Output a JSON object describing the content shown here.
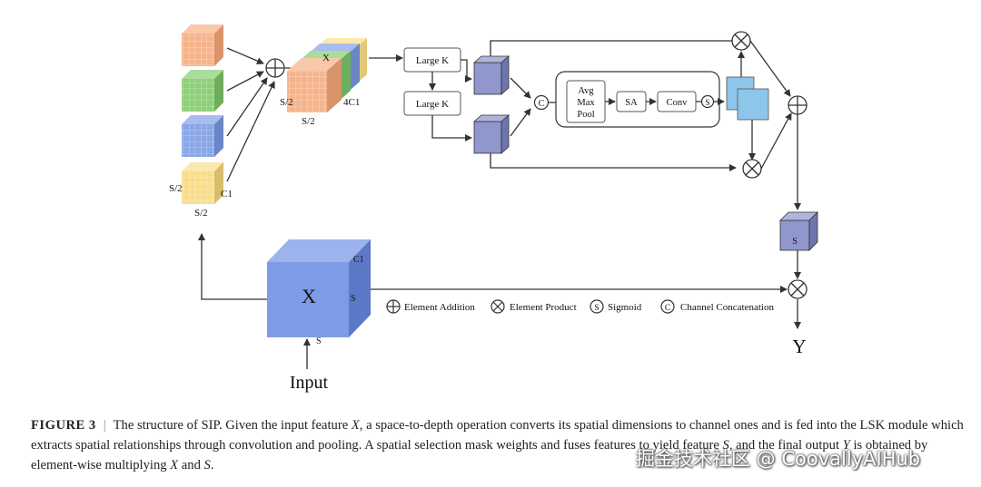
{
  "diagram": {
    "labels": {
      "input": "Input",
      "input_x": "X",
      "input_c1": "C1",
      "input_s_side": "S",
      "input_s_bottom": "S",
      "slice_s2_left": "S/2",
      "slice_c1": "C1",
      "slice_s2_bottom": "S/2",
      "stack_x": "X",
      "stack_s2_left": "S/2",
      "stack_4c1": "4C1",
      "stack_s2_bottom": "S/2",
      "large_k_1": "Large K",
      "large_k_2": "Large K",
      "concat_symbol": "C",
      "pool_avg": "Avg",
      "pool_max": "Max",
      "pool_pool": "Pool",
      "sa": "SA",
      "conv": "Conv",
      "sigmoid_symbol": "S",
      "feature_s": "S",
      "output_y": "Y"
    },
    "legend": {
      "addition": "Element Addition",
      "product": "Element Product",
      "sigmoid_symbol": "S",
      "sigmoid": "Sigmoid",
      "concat_symbol": "C",
      "concat": "Channel Concatenation"
    },
    "colors": {
      "orange": "#f5b48c",
      "green": "#8ecf7a",
      "blue": "#8aa6e6",
      "yellow": "#f8de8c",
      "input_cube": "#7d9be6",
      "feature_cube": "#8f97cc",
      "line": "#333333"
    }
  },
  "caption": {
    "figure": "FIGURE 3",
    "separator": "|",
    "t1": "The structure of SIP. Given the input feature",
    "x1": "X",
    "t2": ", a space-to-depth operation converts its spatial dimensions to channel ones and is fed into the LSK module which extracts spatial relationships through convolution and pooling. A spatial selection mask weights and fuses features to yield feature",
    "s1": "S",
    "t3": ", and the final output",
    "y1": "Y",
    "t4": "is obtained by element-wise multiplying",
    "x2": "X",
    "and": "and",
    "s2": "S",
    "end": "."
  },
  "watermark": "掘金技术社区 @ CoovallyAIHub"
}
